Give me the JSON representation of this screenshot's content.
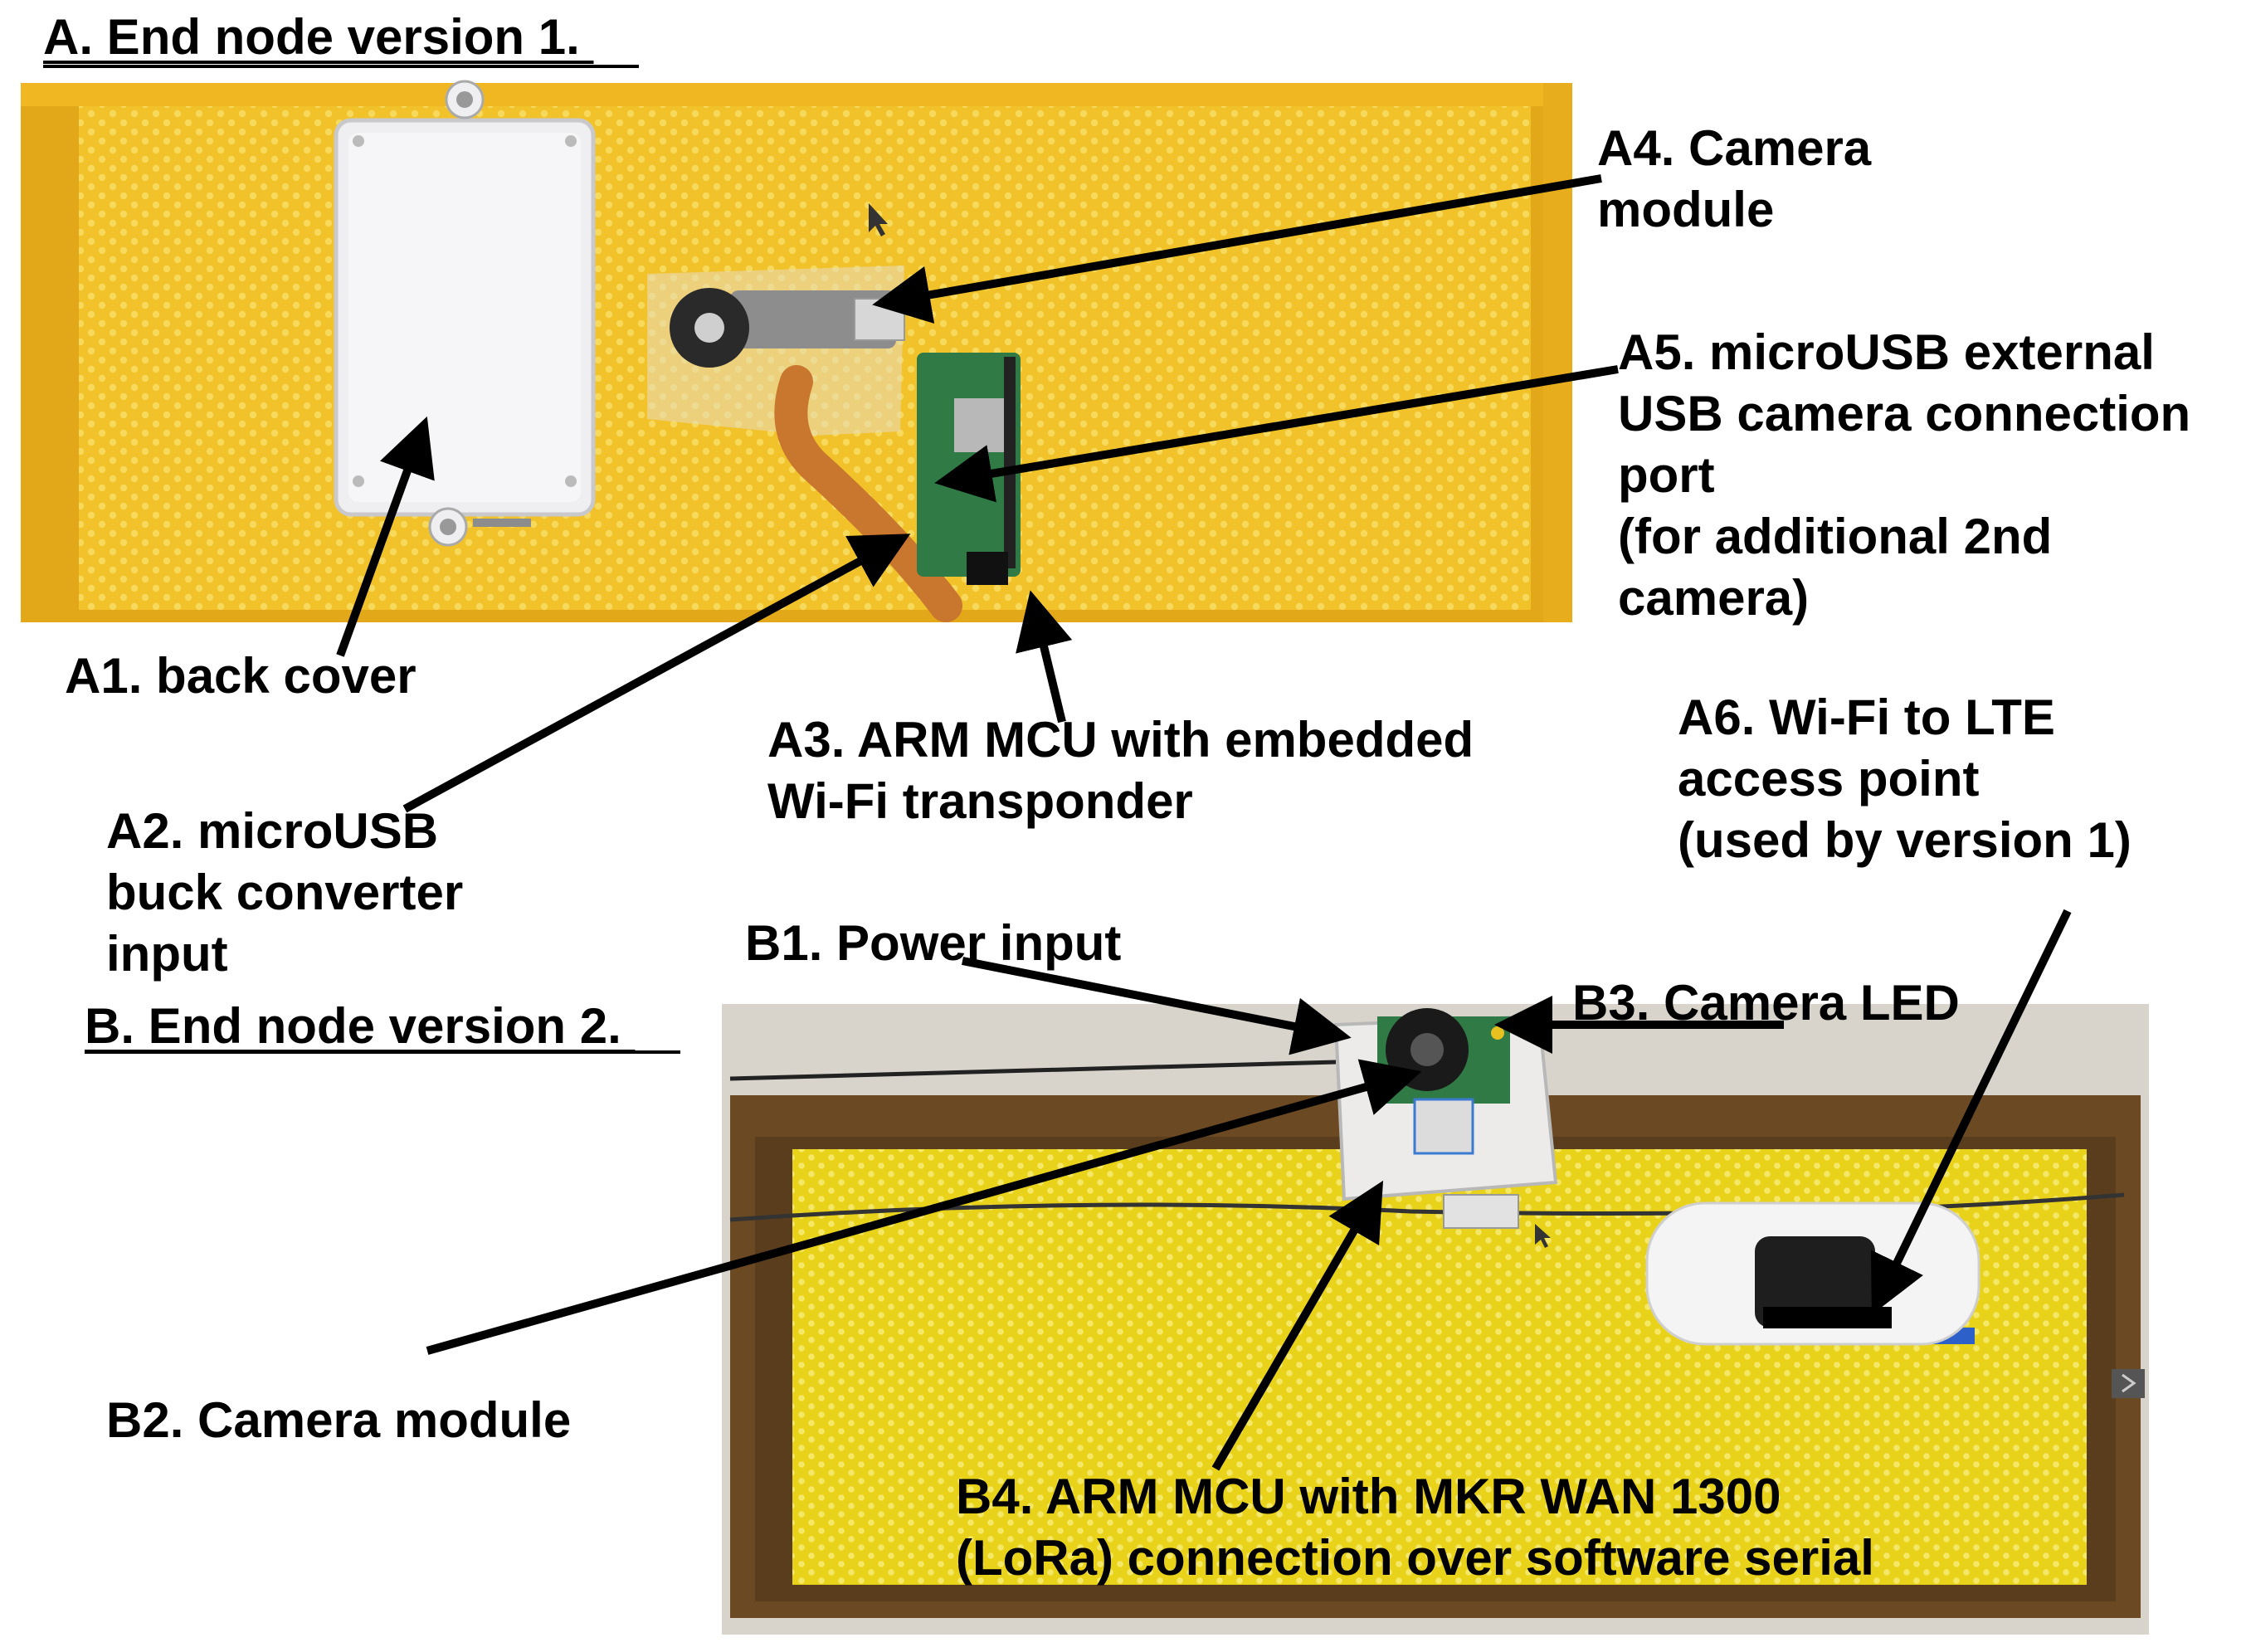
{
  "section_a": {
    "heading": "A. End node version 1. ",
    "labels": {
      "a1": "A1. back cover",
      "a2": "A2. microUSB\nbuck converter\ninput",
      "a3": "A3. ARM MCU with embedded\nWi-Fi transponder",
      "a4": "A4. Camera\nmodule",
      "a5": "A5. microUSB external\nUSB camera connection\nport\n(for additional 2nd\ncamera)",
      "a6": "A6. Wi-Fi to LTE\naccess point\n(used by version 1)"
    }
  },
  "section_b": {
    "heading": "B. End node version 2. ",
    "labels": {
      "b1": "B1. Power input",
      "b2": "B2. Camera module",
      "b3": "B3. Camera LED",
      "b4": "B4. ARM MCU with MKR WAN 1300\n(LoRa) connection over software serial"
    }
  },
  "colors": {
    "foundation_yellow": "#f2c72e",
    "wood_frame": "#6b4a23",
    "arrow": "#000000",
    "pcb_green": "#2f7a45",
    "ribbon_cable": "#c9762f"
  }
}
